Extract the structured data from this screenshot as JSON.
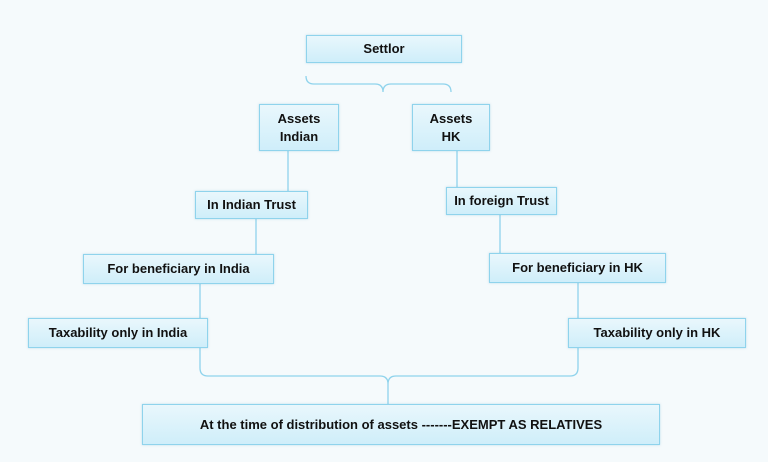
{
  "diagram": {
    "settlor": "Settlor",
    "left": {
      "assets_line1": "Assets",
      "assets_line2": "Indian",
      "trust": "In Indian Trust",
      "beneficiary": "For beneficiary in India",
      "taxability": "Taxability only in India"
    },
    "right": {
      "assets_line1": "Assets",
      "assets_line2": "HK",
      "trust": "In foreign Trust",
      "beneficiary": "For beneficiary in HK",
      "taxability": "Taxability only in HK"
    },
    "distribution": "At the time of distribution of assets -------EXEMPT AS RELATIVES"
  },
  "colors": {
    "box_fill_top": "#e9f7fc",
    "box_fill_bottom": "#cfeefa",
    "box_border": "#8fd3ec",
    "connector": "#8fd3ec",
    "background": "#f5fafc"
  }
}
